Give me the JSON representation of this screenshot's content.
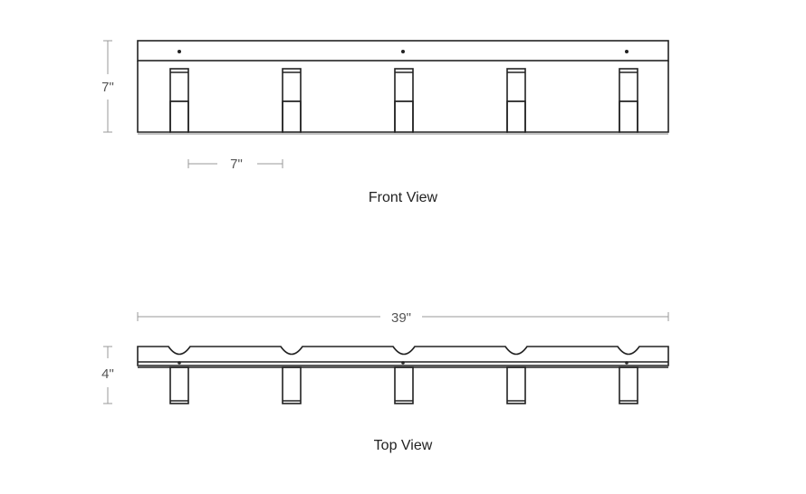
{
  "front_view": {
    "caption": "Front View",
    "height_label": "7\"",
    "spacing_label": "7\""
  },
  "top_view": {
    "caption": "Top View",
    "width_label": "39\"",
    "depth_label": "4\""
  },
  "hook_count": 5,
  "colors": {
    "line": "#222222",
    "dimension": "#9a9a9a",
    "dimension_text": "#555555"
  }
}
